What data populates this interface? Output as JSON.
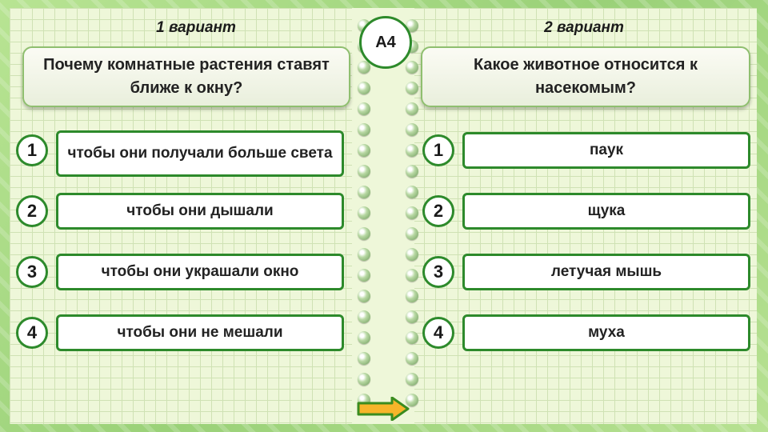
{
  "badge": "А4",
  "variant1": {
    "title": "1 вариант",
    "question": "Почему комнатные растения ставят ближе к окну?",
    "answers": [
      {
        "num": "1",
        "text": "чтобы они получали больше света"
      },
      {
        "num": "2",
        "text": "чтобы они дышали"
      },
      {
        "num": "3",
        "text": "чтобы они украшали окно"
      },
      {
        "num": "4",
        "text": "чтобы они не мешали"
      }
    ]
  },
  "variant2": {
    "title": "2 вариант",
    "question": "Какое животное относится к насекомым?",
    "answers": [
      {
        "num": "1",
        "text": "паук"
      },
      {
        "num": "2",
        "text": "щука"
      },
      {
        "num": "3",
        "text": "летучая мышь"
      },
      {
        "num": "4",
        "text": "муха"
      }
    ]
  },
  "colors": {
    "accent": "#2d8a2b",
    "arrow": "#f7b52a"
  },
  "icons": {
    "next": "arrow-right-icon"
  }
}
